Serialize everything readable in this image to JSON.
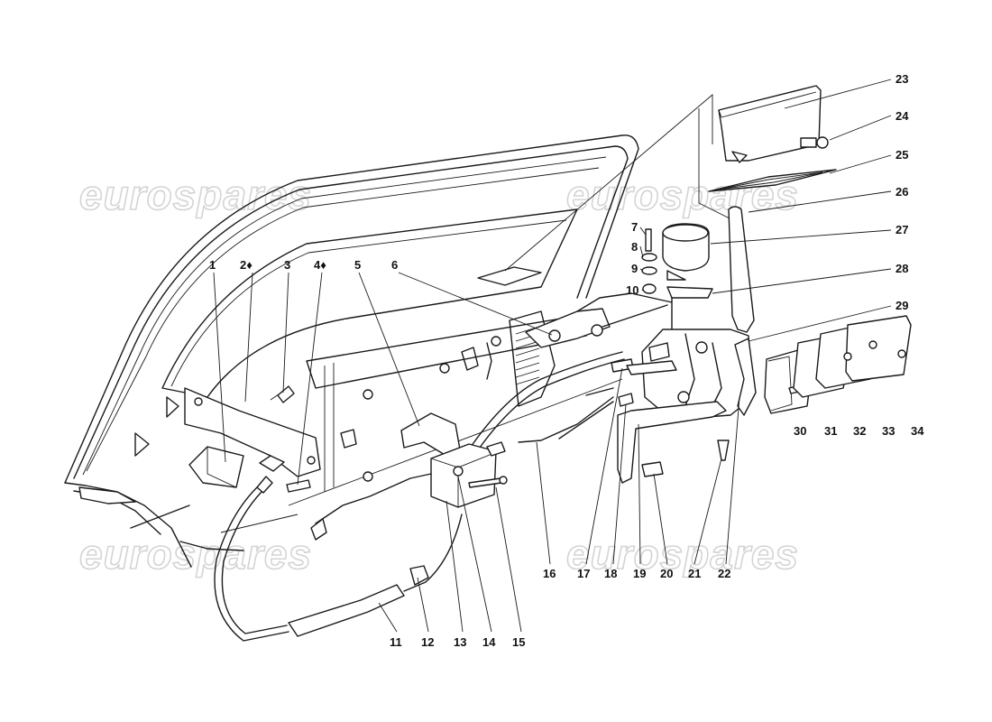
{
  "watermark": "eurospares",
  "labels": [
    {
      "id": "1",
      "text": "1"
    },
    {
      "id": "2",
      "text": "2♦"
    },
    {
      "id": "3",
      "text": "3"
    },
    {
      "id": "4",
      "text": "4♦"
    },
    {
      "id": "5",
      "text": "5"
    },
    {
      "id": "6",
      "text": "6"
    },
    {
      "id": "7",
      "text": "7"
    },
    {
      "id": "8",
      "text": "8"
    },
    {
      "id": "9",
      "text": "9"
    },
    {
      "id": "10",
      "text": "10"
    },
    {
      "id": "11",
      "text": "11"
    },
    {
      "id": "12",
      "text": "12"
    },
    {
      "id": "13",
      "text": "13"
    },
    {
      "id": "14",
      "text": "14"
    },
    {
      "id": "15",
      "text": "15"
    },
    {
      "id": "16",
      "text": "16"
    },
    {
      "id": "17",
      "text": "17"
    },
    {
      "id": "18",
      "text": "18"
    },
    {
      "id": "19",
      "text": "19"
    },
    {
      "id": "20",
      "text": "20"
    },
    {
      "id": "21",
      "text": "21"
    },
    {
      "id": "22",
      "text": "22"
    },
    {
      "id": "23",
      "text": "23"
    },
    {
      "id": "24",
      "text": "24"
    },
    {
      "id": "25",
      "text": "25"
    },
    {
      "id": "26",
      "text": "26"
    },
    {
      "id": "27",
      "text": "27"
    },
    {
      "id": "28",
      "text": "28"
    },
    {
      "id": "29",
      "text": "29"
    },
    {
      "id": "30",
      "text": "30"
    },
    {
      "id": "31",
      "text": "31"
    },
    {
      "id": "32",
      "text": "32"
    },
    {
      "id": "33",
      "text": "33"
    },
    {
      "id": "34",
      "text": "34"
    }
  ]
}
